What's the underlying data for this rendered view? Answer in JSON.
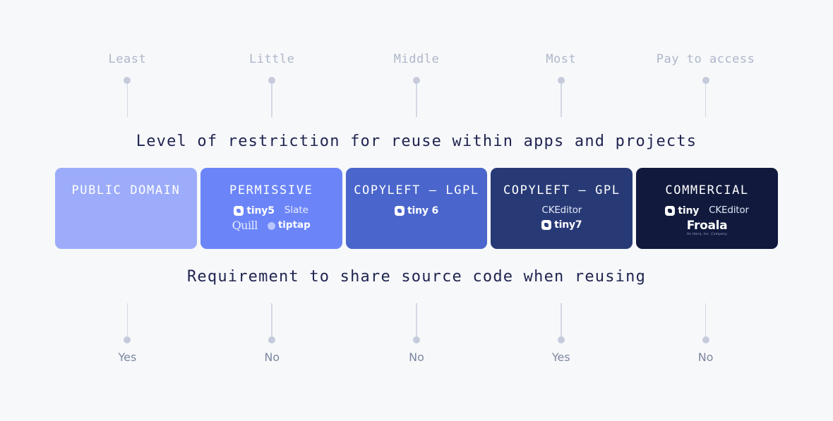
{
  "background_color": "#f7f8fa",
  "top_axis": {
    "caption": "Level of restriction for reuse within apps and projects",
    "labels": [
      "Least",
      "Little",
      "Middle",
      "Most",
      "Pay to access"
    ]
  },
  "bottom_axis": {
    "caption": "Requirement to share source code when reusing",
    "labels": [
      "Yes",
      "No",
      "No",
      "Yes",
      "No"
    ]
  },
  "license_blocks": [
    {
      "title": "PUBLIC DOMAIN",
      "color": "#9cacfa",
      "logos": []
    },
    {
      "title": "PERMISSIVE",
      "color": "#6b85f9",
      "logos": [
        "tiny5",
        "Slate",
        "Quill",
        "tiptap"
      ]
    },
    {
      "title": "COPYLEFT — LGPL",
      "color": "#4a66cc",
      "logos": [
        "tiny6"
      ]
    },
    {
      "title": "COPYLEFT — GPL",
      "color": "#283a76",
      "logos": [
        "CKEditor",
        "tiny7"
      ]
    },
    {
      "title": "COMMERCIAL",
      "color": "#111a3d",
      "logos": [
        "tiny",
        "CKEditor",
        "Froala"
      ]
    }
  ],
  "brands": {
    "tiny5": "tiny5",
    "tiny6": "tiny 6",
    "tiny7": "tiny7",
    "tiny": "tiny",
    "slate": "Slate",
    "quill": "Quill",
    "tiptap": "tiptap",
    "ckeditor": "CKEditor",
    "froala": "Froala",
    "froala_sub": "An Idera, Inc. Company"
  },
  "marker_colors": {
    "dot": "#c5cbdb",
    "stem": "#d3d8e4",
    "top_label": "#aeb6c9",
    "bottom_label": "#7c879f",
    "caption": "#1f2450"
  }
}
